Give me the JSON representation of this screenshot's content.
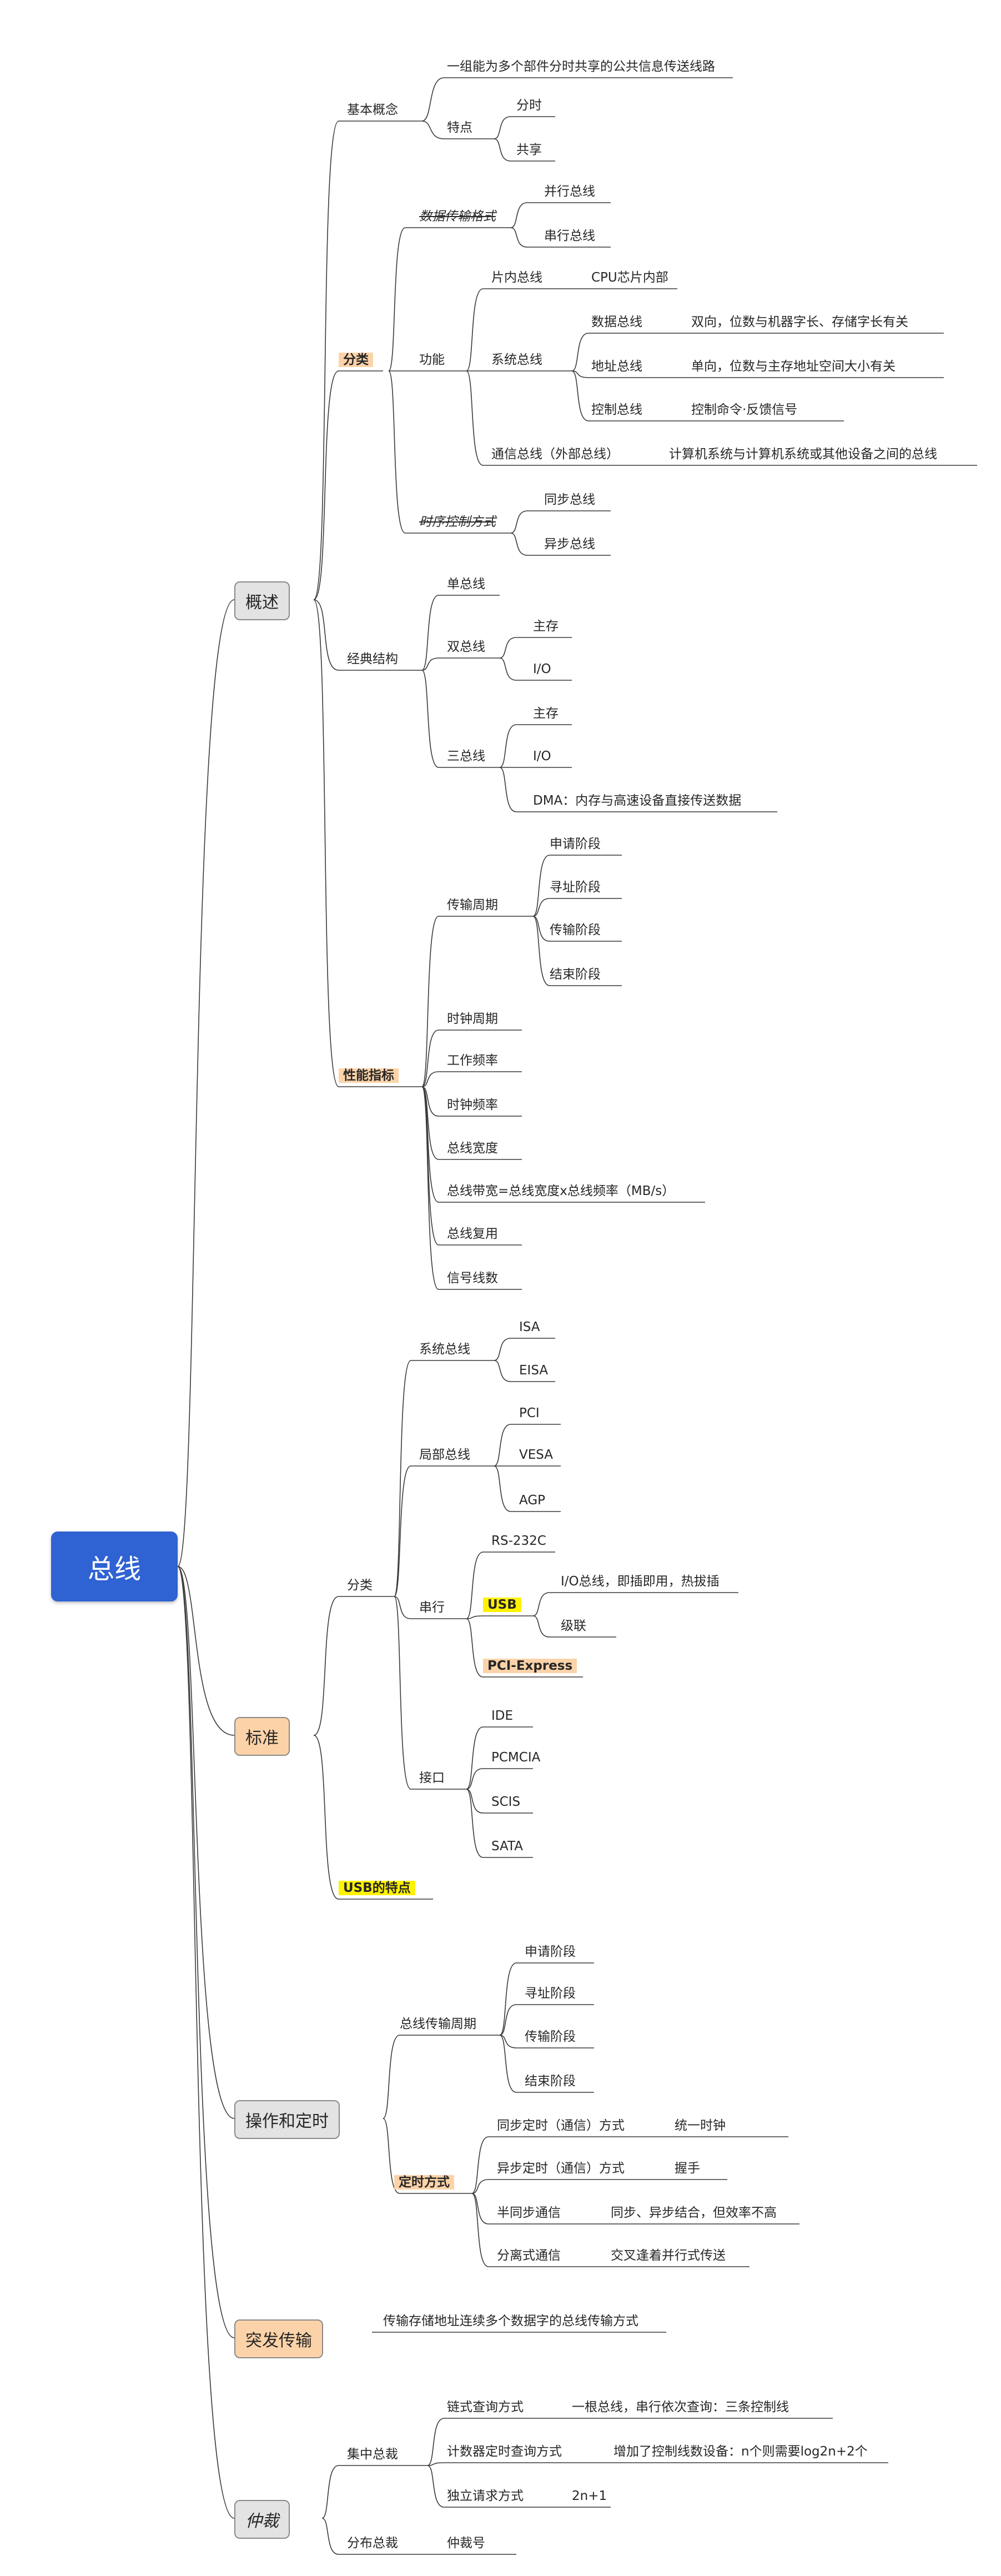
{
  "root": "总线",
  "overview": {
    "label": "概述",
    "basic": {
      "label": "基本概念",
      "definition": "一组能为多个部件分时共享的公共信息传送线路",
      "features": {
        "label": "特点",
        "items": [
          "分时",
          "共享"
        ]
      }
    },
    "classification": {
      "label": "分类",
      "data_format": {
        "label": "数据传输格式",
        "items": [
          "并行总线",
          "串行总线"
        ]
      },
      "function": {
        "label": "功能",
        "on_chip": {
          "label": "片内总线",
          "desc": "CPU芯片内部"
        },
        "system_bus": {
          "label": "系统总线",
          "items": [
            {
              "name": "数据总线",
              "desc": "双向，位数与机器字长、存储字长有关"
            },
            {
              "name": "地址总线",
              "desc": "单向，位数与主存地址空间大小有关"
            },
            {
              "name": "控制总线",
              "desc": "控制命令·反馈信号"
            }
          ]
        },
        "comm_bus": {
          "label": "通信总线（外部总线）",
          "desc": "计算机系统与计算机系统或其他设备之间的总线"
        }
      },
      "timing_control": {
        "label": "时序控制方式",
        "items": [
          "同步总线",
          "异步总线"
        ]
      }
    },
    "structure": {
      "label": "经典结构",
      "single": "单总线",
      "dual": {
        "label": "双总线",
        "items": [
          "主存",
          "I/O"
        ]
      },
      "triple": {
        "label": "三总线",
        "items": [
          "主存",
          "I/O",
          "DMA：内存与高速设备直接传送数据"
        ]
      }
    },
    "performance": {
      "label": "性能指标",
      "cycle": {
        "label": "传输周期",
        "items": [
          "申请阶段",
          "寻址阶段",
          "传输阶段",
          "结束阶段"
        ]
      },
      "items": [
        "时钟周期",
        "工作频率",
        "时钟频率",
        "总线宽度",
        "总线带宽=总线宽度x总线频率（MB/s）",
        "总线复用",
        "信号线数"
      ]
    }
  },
  "standard": {
    "label": "标准",
    "classification": {
      "label": "分类",
      "system_bus": {
        "label": "系统总线",
        "items": [
          "ISA",
          "EISA"
        ]
      },
      "local_bus": {
        "label": "局部总线",
        "items": [
          "PCI",
          "VESA",
          "AGP"
        ]
      },
      "serial": {
        "label": "串行",
        "rs232c": "RS-232C",
        "usb": {
          "label": "USB",
          "items": [
            "I/O总线，即插即用，热拔插",
            "级联"
          ]
        },
        "pcie": "PCI-Express"
      },
      "interface": {
        "label": "接口",
        "items": [
          "IDE",
          "PCMCIA",
          "SCIS",
          "SATA"
        ]
      }
    },
    "usb_features": "USB的特点"
  },
  "operation": {
    "label": "操作和定时",
    "cycle": {
      "label": "总线传输周期",
      "items": [
        "申请阶段",
        "寻址阶段",
        "传输阶段",
        "结束阶段"
      ]
    },
    "timing": {
      "label": "定时方式",
      "items": [
        {
          "name": "同步定时（通信）方式",
          "desc": "统一时钟"
        },
        {
          "name": "异步定时（通信）方式",
          "desc": "握手"
        },
        {
          "name": "半同步通信",
          "desc": "同步、异步结合，但效率不高"
        },
        {
          "name": "分离式通信",
          "desc": "交叉逢着并行式传送"
        }
      ]
    }
  },
  "burst": {
    "label": "突发传输",
    "desc": "传输存储地址连续多个数据字的总线传输方式"
  },
  "arbitration": {
    "label": "仲裁",
    "centralized": {
      "label": "集中总裁",
      "items": [
        {
          "name": "链式查询方式",
          "desc": "一根总线，串行依次查询：三条控制线"
        },
        {
          "name": "计数器定时查询方式",
          "desc": "增加了控制线数设备：n个则需要log2n+2个"
        },
        {
          "name": "独立请求方式",
          "desc": "2n+1"
        }
      ]
    },
    "distributed": {
      "label": "分布总裁",
      "desc": "仲裁号"
    }
  }
}
